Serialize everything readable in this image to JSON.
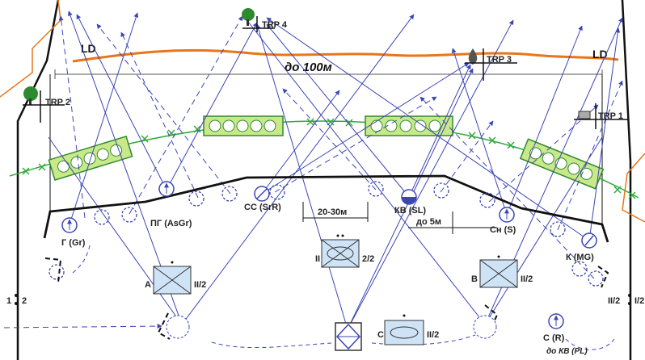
{
  "trp": [
    "TRP 4",
    "TRP 3",
    "TRP 2",
    "TRP 1"
  ],
  "ld": [
    "LD",
    "LD"
  ],
  "distance_100": "до 100м",
  "positions": [
    "Г (Gr)",
    "ПГ (AsGr)",
    "СС (SrR)",
    "КВ (SL)",
    "Сн (S)",
    "К (MG)",
    "С (R)"
  ],
  "dims": [
    "20-30м",
    "до 5м"
  ],
  "units": {
    "a_letter": "A",
    "a_frac": "II/2",
    "b_letter": "B",
    "b_frac": "II/2",
    "center_left": "II",
    "center_right": "2/2",
    "c_letter": "C",
    "c_frac": "II/2"
  },
  "boundary_left": "1",
  "boundary_left2": "2",
  "boundary_right": "II/2",
  "boundary_right2": "I/2",
  "pl_text": "до КВ (PL)",
  "colors": {
    "blue": "#3c46b4",
    "front": "#e8761a",
    "wire": "#2eaa3c",
    "box": "#c9e88a"
  }
}
